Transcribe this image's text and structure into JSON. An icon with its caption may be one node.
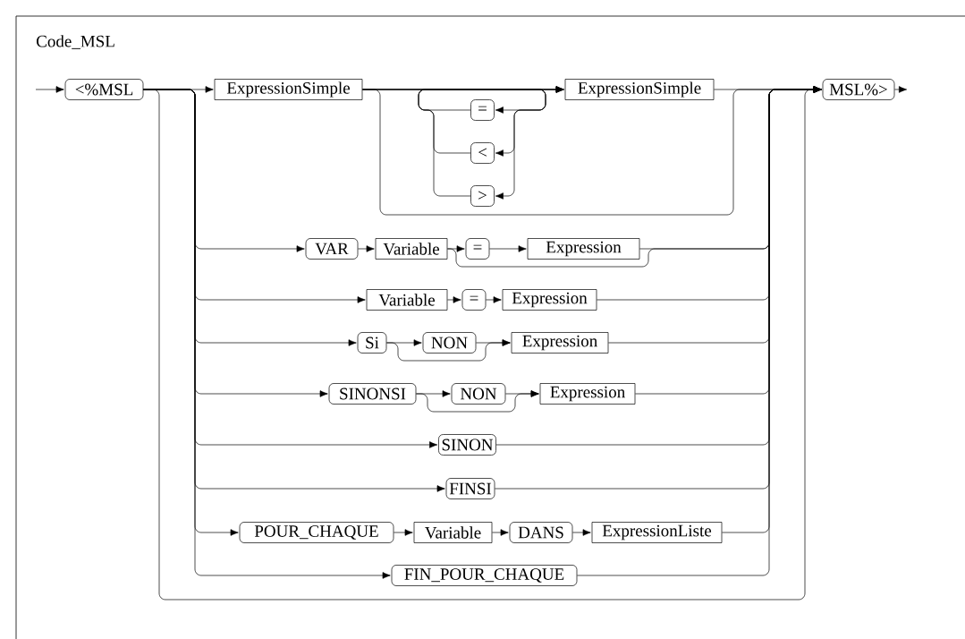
{
  "diagram": {
    "title": "Code_MSL",
    "nodes": [
      {
        "text": [
          "<%MSL"
        ]
      },
      {
        "text": [
          "ExpressionSimple"
        ]
      },
      {
        "text": [
          "="
        ]
      },
      {
        "text": [
          "<"
        ]
      },
      {
        "text": [
          ">"
        ]
      },
      {
        "text": [
          "ExpressionSimple"
        ]
      },
      {
        "text": [
          "MSL%>"
        ]
      },
      {
        "text": [
          "VAR"
        ]
      },
      {
        "text": [
          "Variable"
        ]
      },
      {
        "text": [
          "="
        ]
      },
      {
        "text": [
          "Expression"
        ]
      },
      {
        "text": [
          "Variable"
        ]
      },
      {
        "text": [
          "="
        ]
      },
      {
        "text": [
          "Expression"
        ]
      },
      {
        "text": [
          "Si"
        ]
      },
      {
        "text": [
          "NON"
        ]
      },
      {
        "text": [
          "Expression"
        ]
      },
      {
        "text": [
          "SINONSI"
        ]
      },
      {
        "text": [
          "NON"
        ]
      },
      {
        "text": [
          "Expression"
        ]
      },
      {
        "text": [
          "SINON"
        ]
      },
      {
        "text": [
          "FINSI"
        ]
      },
      {
        "text": [
          "POUR_CHAQUE"
        ]
      },
      {
        "text": [
          "Variable"
        ]
      },
      {
        "text": [
          "DANS"
        ]
      },
      {
        "text": [
          "ExpressionListe"
        ]
      },
      {
        "text": [
          "FIN_POUR_CHAQUE"
        ]
      }
    ],
    "edges": [
      {
        "from": null,
        "to": 0,
        "arrow": "to"
      },
      {
        "from": 0,
        "to": 1,
        "arrow": "to"
      },
      {
        "from": 0,
        "to": 7,
        "arrow": "to"
      },
      {
        "from": 0,
        "to": 11,
        "arrow": "to"
      },
      {
        "from": 0,
        "to": 14,
        "arrow": "to"
      },
      {
        "from": 0,
        "to": 17,
        "arrow": "to"
      },
      {
        "from": 0,
        "to": 20,
        "arrow": "to"
      },
      {
        "from": 0,
        "to": 21,
        "arrow": "to"
      },
      {
        "from": 0,
        "to": 22,
        "arrow": "to"
      },
      {
        "from": 0,
        "to": 26,
        "arrow": "to"
      },
      {
        "from": 0,
        "to": 6,
        "arrow": "to"
      },
      {
        "from": 1,
        "to": 5,
        "arrow": "to"
      },
      {
        "from": 1,
        "to": 2,
        "arrow": "to"
      },
      {
        "from": 1,
        "to": 3,
        "arrow": "to"
      },
      {
        "from": 1,
        "to": 4,
        "arrow": "to"
      },
      {
        "from": 2,
        "to": 5,
        "arrow": "to"
      },
      {
        "from": 3,
        "to": 5,
        "arrow": "to"
      },
      {
        "from": 4,
        "to": 5,
        "arrow": "to"
      },
      {
        "from": 1,
        "to": 6,
        "arrow": "to"
      },
      {
        "from": 5,
        "to": 6,
        "arrow": "to"
      },
      {
        "from": 7,
        "to": 8,
        "arrow": "to"
      },
      {
        "from": 8,
        "to": 9,
        "arrow": "to"
      },
      {
        "from": 9,
        "to": 10,
        "arrow": "to"
      },
      {
        "from": 8,
        "to": 6,
        "arrow": "to"
      },
      {
        "from": 10,
        "to": 6,
        "arrow": "to"
      },
      {
        "from": 11,
        "to": 12,
        "arrow": "to"
      },
      {
        "from": 12,
        "to": 13,
        "arrow": "to"
      },
      {
        "from": 13,
        "to": 6,
        "arrow": "to"
      },
      {
        "from": 14,
        "to": 15,
        "arrow": "to"
      },
      {
        "from": 15,
        "to": 16,
        "arrow": "to"
      },
      {
        "from": 14,
        "to": 16,
        "arrow": "to"
      },
      {
        "from": 16,
        "to": 6,
        "arrow": "to"
      },
      {
        "from": 17,
        "to": 18,
        "arrow": "to"
      },
      {
        "from": 18,
        "to": 19,
        "arrow": "to"
      },
      {
        "from": 17,
        "to": 19,
        "arrow": "to"
      },
      {
        "from": 19,
        "to": 6,
        "arrow": "to"
      },
      {
        "from": 20,
        "to": 6,
        "arrow": "to"
      },
      {
        "from": 21,
        "to": 6,
        "arrow": "to"
      },
      {
        "from": 22,
        "to": 23,
        "arrow": "to"
      },
      {
        "from": 23,
        "to": 24,
        "arrow": "to"
      },
      {
        "from": 24,
        "to": 25,
        "arrow": "to"
      },
      {
        "from": 25,
        "to": 6,
        "arrow": "to"
      },
      {
        "from": 26,
        "to": 6,
        "arrow": "to"
      },
      {
        "from": 6,
        "to": null,
        "arrow": "to"
      }
    ]
  }
}
